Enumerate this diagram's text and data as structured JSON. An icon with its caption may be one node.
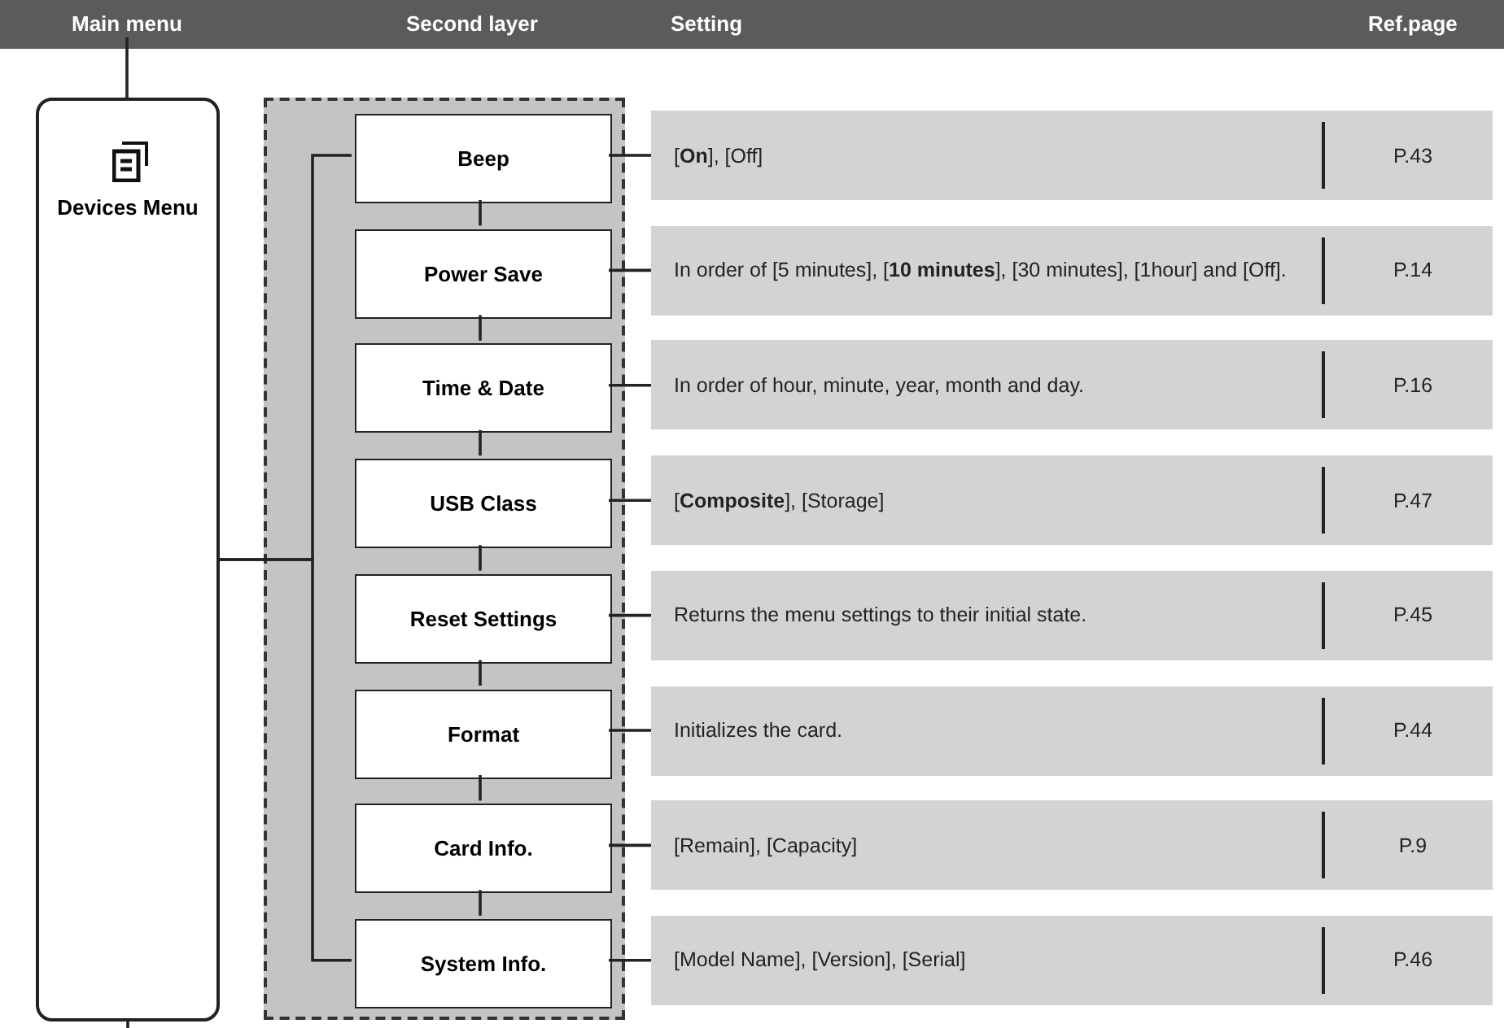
{
  "diagram": {
    "nodes": [
      {
        "text": [
          "Devices Menu"
        ]
      },
      {
        "text": [],
        "shape": "box"
      },
      {
        "text": [
          "Beep"
        ],
        "in": 1
      },
      {
        "text": [
          "Power Save"
        ],
        "in": 1
      },
      {
        "text": [
          "Time & Date"
        ],
        "in": 1
      },
      {
        "text": [
          "USB Class"
        ],
        "in": 1
      },
      {
        "text": [
          "Reset Settings"
        ],
        "in": 1
      },
      {
        "text": [
          "Format"
        ],
        "in": 1
      },
      {
        "text": [
          "Card Info."
        ],
        "in": 1
      },
      {
        "text": [
          "System Info."
        ],
        "in": 1
      },
      {
        "text": [
          "[**On**], [Off]",
          "P.43"
        ]
      },
      {
        "text": [
          "In order of [5 minutes], [**10 minutes**], [30 minutes], [1hour] and [Off].",
          "P.14"
        ]
      },
      {
        "text": [
          "In order of hour, minute, year, month and day.",
          "P.16"
        ]
      },
      {
        "text": [
          "[**Composite**], [Storage]",
          "P.47"
        ]
      },
      {
        "text": [
          "Returns the menu settings to their initial state.",
          "P.45"
        ]
      },
      {
        "text": [
          "Initializes the card.",
          "P.44"
        ]
      },
      {
        "text": [
          "[Remain], [Capacity]",
          "P.9"
        ]
      },
      {
        "text": [
          "[Model Name], [Version], [Serial]",
          "P.46"
        ]
      },
      {
        "text": [
          "Main menu"
        ]
      }
    ],
    "edges": [
      {
        "from": 18,
        "to": 0,
        "arrow": "none"
      },
      {
        "from": 0,
        "to": null,
        "arrow": "none"
      },
      {
        "from": 0,
        "to": 2,
        "arrow": "none"
      },
      {
        "from": 0,
        "to": 9,
        "arrow": "none"
      },
      {
        "from": 2,
        "to": 3,
        "arrow": "none"
      },
      {
        "from": 3,
        "to": 4,
        "arrow": "none"
      },
      {
        "from": 4,
        "to": 5,
        "arrow": "none"
      },
      {
        "from": 5,
        "to": 6,
        "arrow": "none"
      },
      {
        "from": 6,
        "to": 7,
        "arrow": "none"
      },
      {
        "from": 7,
        "to": 8,
        "arrow": "none"
      },
      {
        "from": 8,
        "to": 9,
        "arrow": "none"
      },
      {
        "from": 2,
        "to": 10,
        "arrow": "none"
      },
      {
        "from": 3,
        "to": 11,
        "arrow": "none"
      },
      {
        "from": 4,
        "to": 12,
        "arrow": "none"
      },
      {
        "from": 5,
        "to": 13,
        "arrow": "none"
      },
      {
        "from": 6,
        "to": 14,
        "arrow": "none"
      },
      {
        "from": 7,
        "to": 15,
        "arrow": "none"
      },
      {
        "from": 8,
        "to": 16,
        "arrow": "none"
      },
      {
        "from": 9,
        "to": 17,
        "arrow": "none"
      }
    ],
    "labels": [
      "Second layer",
      "Setting",
      "Ref.page"
    ]
  }
}
